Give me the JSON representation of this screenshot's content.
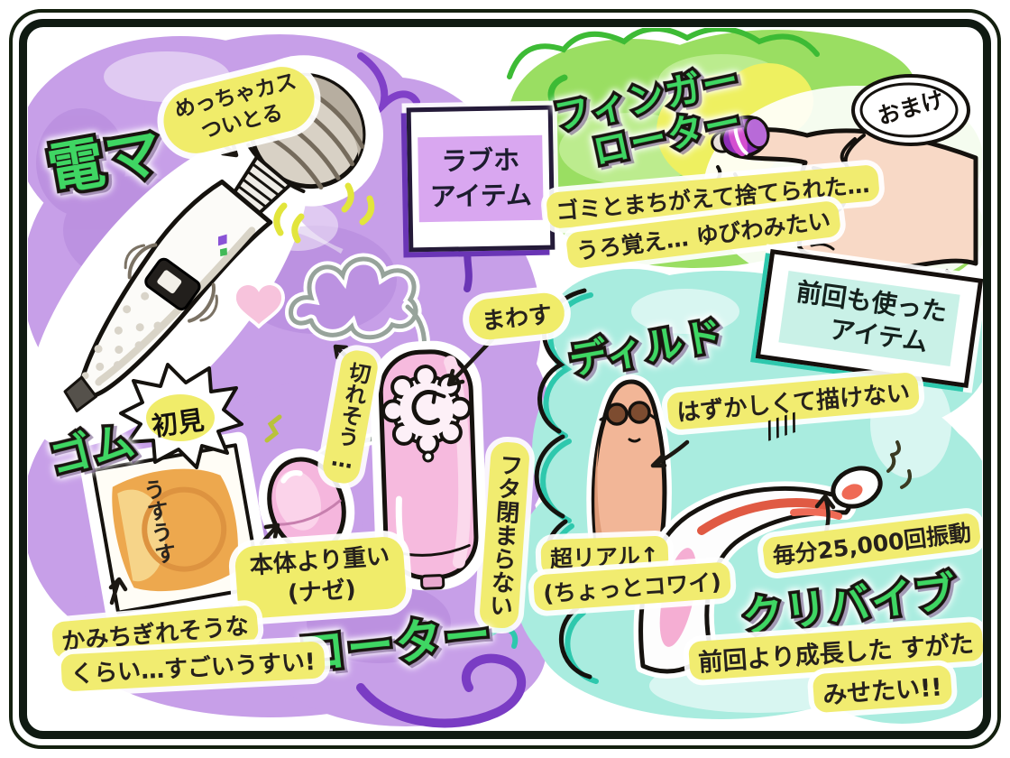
{
  "palette": {
    "purple_blob": "#c79fe8",
    "green_blob": "#9ade62",
    "teal_blob": "#a9ecdf",
    "highlight_yellow": "#f1ec70",
    "bubble_letter_green": "#3fd663",
    "box_purple": "#6a35b5",
    "box_teal": "#2ec8ad",
    "egg_pink": "#f5b6dd",
    "condom_orange": "#eda84e",
    "flesh": "#f2b697"
  },
  "title_box": {
    "line1": "ラブホ",
    "line2": "アイテム"
  },
  "denma": {
    "title": "電マ",
    "note_line1": "めっちゃカス",
    "note_line2": "ついとる"
  },
  "finger_rotor": {
    "title_line1": "フィンガー",
    "title_line2": "ローター",
    "omake": "おまけ",
    "note_line1": "ゴミとまちがえて捨てられた…",
    "note_line2": "うろ覚え… ゆびわみたい"
  },
  "prev_items_box": {
    "line1": "前回も使った",
    "line2": "アイテム"
  },
  "rotor": {
    "title": "ローター",
    "mawasu": "まわす",
    "kiresou": "切れそう…",
    "futa": "フタ閉まらない",
    "heavy_line1": "本体より重い",
    "heavy_line2": "(ナゼ)"
  },
  "gomu": {
    "title": "ゴム",
    "shoken": "初見",
    "package_text": "うすうす",
    "note_line1": "かみちぎれそうな",
    "note_line2": "くらい…すごいうすい!"
  },
  "dildo": {
    "title": "ディルド",
    "note1": "はずかしくて描けない",
    "slashes": "////",
    "note2": "超リアル↑",
    "note3": "(ちょっとコワイ)"
  },
  "clit_vibe": {
    "title": "クリバイブ",
    "spec": "毎分25,000回振動",
    "note_line1": "前回より成長した すがた",
    "note_line2": "みせたい!!"
  },
  "drawings": [
    "wand-massager",
    "egg-rotor-with-controller",
    "condom-package",
    "dildo",
    "clit-vibe",
    "finger-rotor-on-hand",
    "heart",
    "omake-speech-bubble"
  ]
}
